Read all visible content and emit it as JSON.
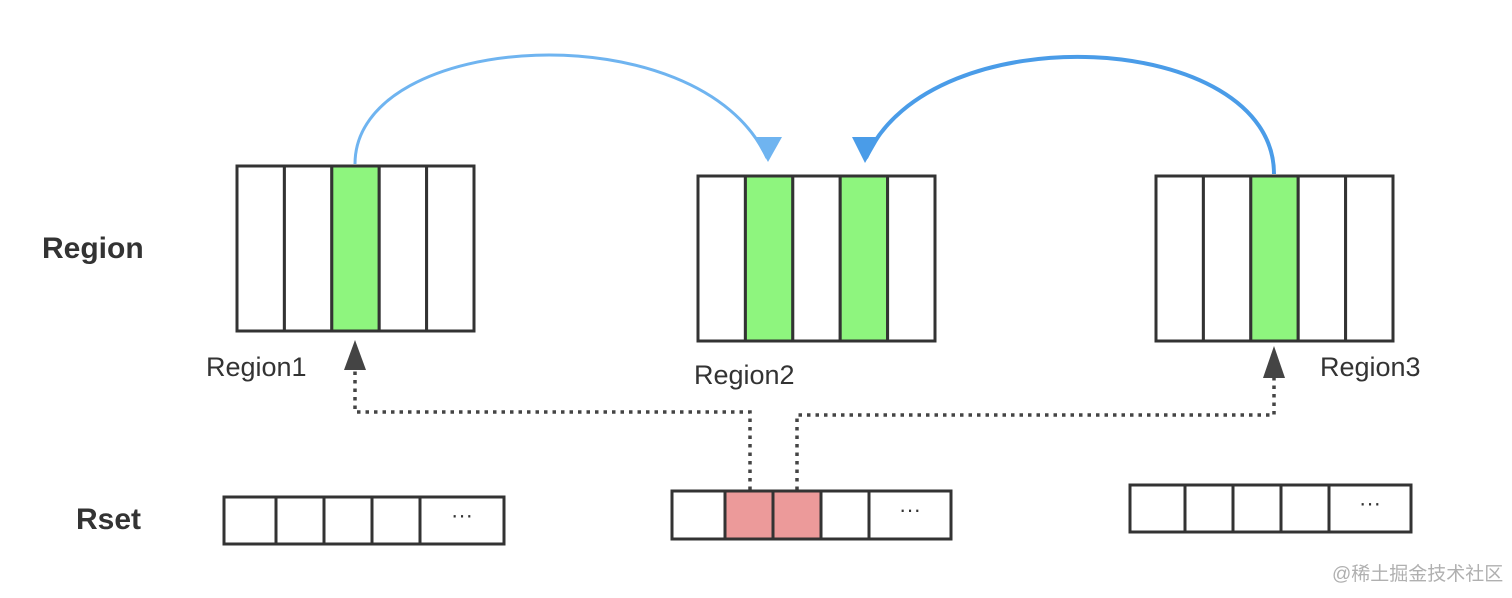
{
  "labels": {
    "region_row": "Region",
    "rset_row": "Rset"
  },
  "regions": [
    {
      "name": "Region1",
      "cells": 5,
      "highlighted_cells": [
        3
      ]
    },
    {
      "name": "Region2",
      "cells": 5,
      "highlighted_cells": [
        2,
        4
      ]
    },
    {
      "name": "Region3",
      "cells": 5,
      "highlighted_cells": [
        3
      ]
    }
  ],
  "rsets": [
    {
      "cells": 5,
      "highlighted_cells": [],
      "last_cell_text": "···"
    },
    {
      "cells": 5,
      "highlighted_cells": [
        2,
        3
      ],
      "last_cell_text": "···"
    },
    {
      "cells": 5,
      "highlighted_cells": [],
      "last_cell_text": "···"
    }
  ],
  "colors": {
    "region_highlight": "#8ef57e",
    "rset_highlight": "#ec9a9a",
    "reference_arrow": "#5aa8ec",
    "pointer_arrow": "#444444",
    "outline": "#333333"
  },
  "watermark": "@稀土掘金技术社区"
}
